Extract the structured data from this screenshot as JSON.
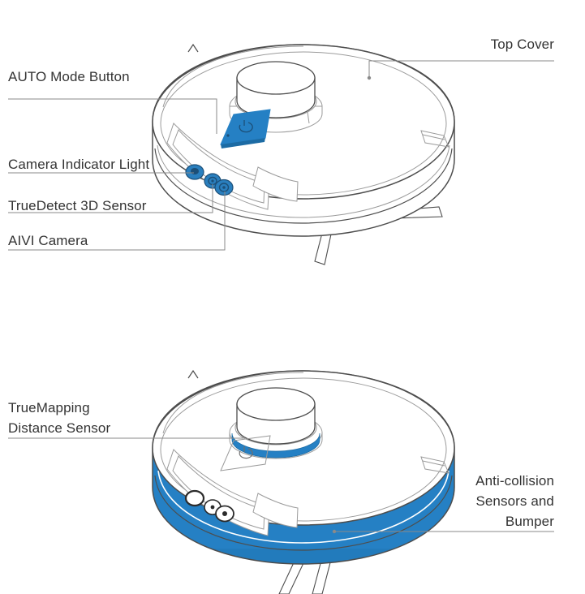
{
  "figure": {
    "title_hidden": "Robot vacuum component callout diagram",
    "product_views": [
      {
        "name": "top-front-view-with-sensors-highlighted",
        "highlight_color": "#2580c4",
        "highlighted_parts": [
          "auto-mode-button",
          "camera-indicator-light",
          "truedetect-3d-sensor",
          "aivi-camera"
        ]
      },
      {
        "name": "top-front-view-with-bumper-highlighted",
        "highlight_color": "#2580c4",
        "highlighted_parts": [
          "truemapping-distance-sensor",
          "anti-collision-sensors-and-bumper"
        ]
      }
    ],
    "colors": {
      "accent_blue": "#2580c4",
      "accent_blue_dark": "#1c6ba4",
      "outline": "#4d4d4d",
      "outline_light": "#9b9b9b",
      "leader_line": "#8a8a8a",
      "text": "#333333",
      "background": "#ffffff"
    }
  },
  "callouts": [
    {
      "id": "top-cover",
      "label": "Top Cover",
      "align": "right"
    },
    {
      "id": "auto-mode-button",
      "label": "AUTO Mode Button",
      "align": "left"
    },
    {
      "id": "camera-indicator-light",
      "label": "Camera Indicator Light",
      "align": "left"
    },
    {
      "id": "truedetect-3d-sensor",
      "label": "TrueDetect 3D Sensor",
      "align": "left"
    },
    {
      "id": "aivi-camera",
      "label": "AIVI Camera",
      "align": "left"
    },
    {
      "id": "truemapping-distance-sensor",
      "label": "TrueMapping\nDistance Sensor",
      "align": "left"
    },
    {
      "id": "anti-collision-sensors-and-bumper",
      "label": "Anti-collision\nSensors and\nBumper",
      "align": "right"
    }
  ]
}
